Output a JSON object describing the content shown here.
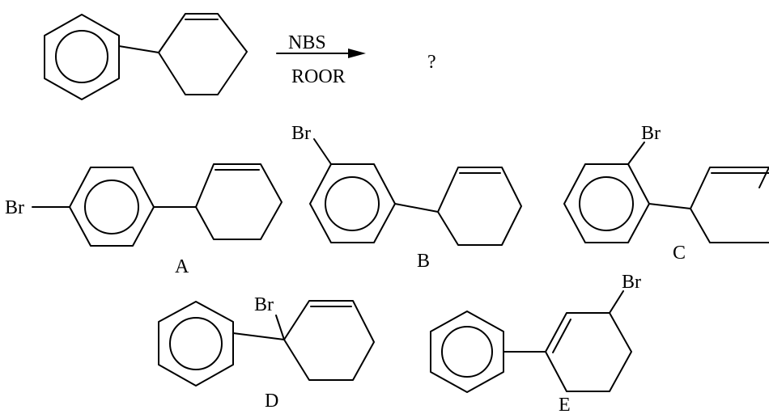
{
  "reaction": {
    "reagent_top": "NBS",
    "reagent_bottom": "ROOR",
    "product_placeholder": "?"
  },
  "options": {
    "A": {
      "label": "A",
      "substituent": "Br"
    },
    "B": {
      "label": "B",
      "substituent": "Br"
    },
    "C": {
      "label": "C",
      "substituent": "Br"
    },
    "D": {
      "label": "D",
      "substituent": "Br"
    },
    "E": {
      "label": "E",
      "substituent": "Br"
    }
  }
}
